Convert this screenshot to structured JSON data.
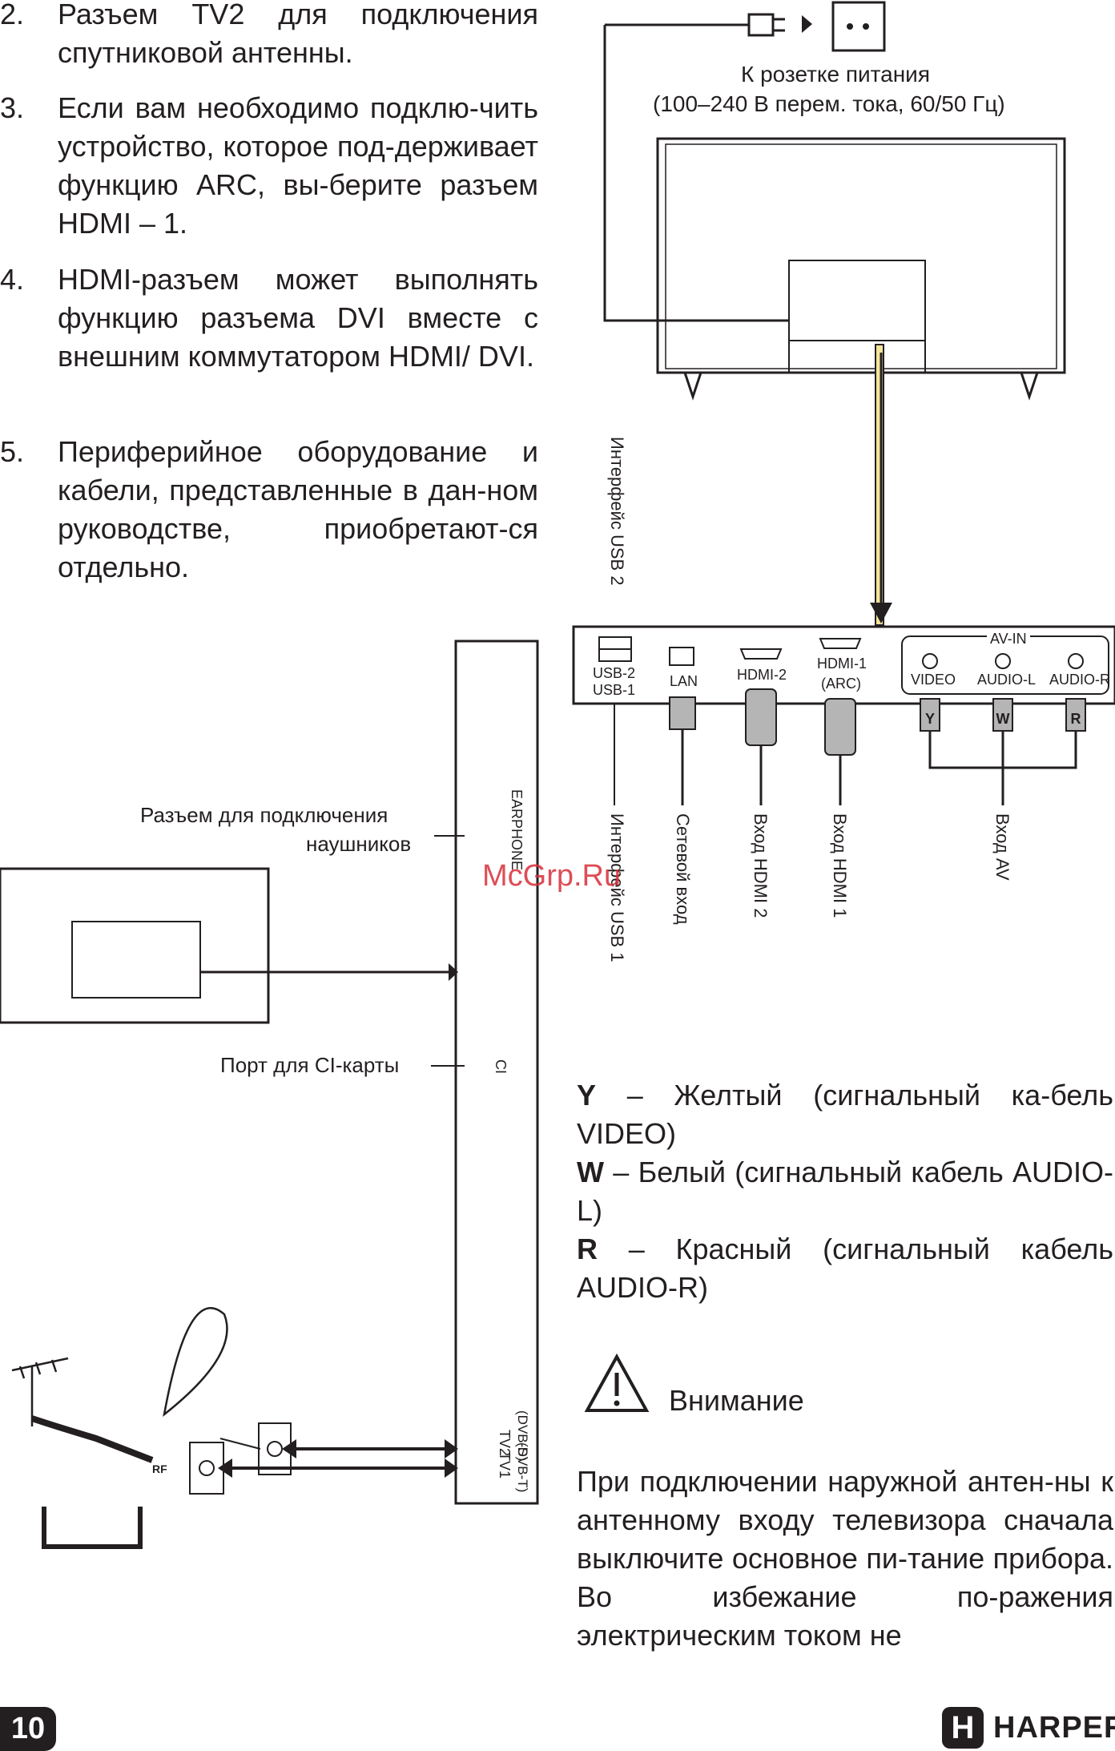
{
  "notes": [
    {
      "num": "2.",
      "text": "Разъем TV2 для подключения спутниковой антенны."
    },
    {
      "num": "3.",
      "text": "Если вам необходимо подклю-чить устройство, которое под-держивает функцию ARC, вы-берите разъем HDMI – 1."
    },
    {
      "num": "4.",
      "text": "HDMI-разъем может выполнять функцию разъема DVI вместе с внешним коммутатором HDMI/ DVI."
    },
    {
      "num": "5.",
      "text": "Периферийное оборудование и кабели, представленные в дан-ном руководстве, приобретают-ся отдельно."
    }
  ],
  "power": {
    "line1": "К розетке питания",
    "line2": "(100–240 В перем. тока, 60/50 Гц)"
  },
  "panel": {
    "usb_label_top": "USB-2",
    "usb_label_bottom": "USB-1",
    "lan": "LAN",
    "hdmi2": "HDMI-2",
    "hdmi1": "HDMI-1",
    "hdmi1_arc": "(ARC)",
    "av_in": "AV-IN",
    "video": "VIDEO",
    "audio_l": "AUDIO-L",
    "audio_r": "AUDIO-R",
    "plug_y": "Y",
    "plug_w": "W",
    "plug_r": "R"
  },
  "vertical_labels": {
    "usb2": "Интерфейс USB 2",
    "usb1": "Интерфейс USB 1",
    "lan": "Сетевой вход",
    "hdmi2": "Вход HDMI 2",
    "hdmi1": "Вход HDMI 1",
    "av": "Вход AV"
  },
  "side_panel": {
    "earphone": "EARPHONE",
    "ci": "CI",
    "tv2": "TV2",
    "tv2_sub": "(DVB-S)",
    "tv1": "TV1",
    "tv1_sub": "(DVB-T)",
    "rf": "RF"
  },
  "callouts": {
    "headphones_line1": "Разъем для подключения",
    "headphones_line2": "наушников",
    "ci_port": "Порт для CI-карты"
  },
  "legend": {
    "y_key": "Y",
    "y_text": " – Желтый (сигнальный ка-бель VIDEO)",
    "w_key": "W",
    "w_text": " – Белый (сигнальный кабель AUDIO-L)",
    "r_key": "R",
    "r_text": " – Красный (сигнальный кабель AUDIO-R)"
  },
  "warning": {
    "title": "Внимание"
  },
  "warning_text": "При подключении наружной антен-ны к антенному входу телевизора сначала выключите основное пи-тание прибора. Во избежание по-ражения электрическим током не",
  "watermark": "McGrp.Ru",
  "page_number": "10",
  "brand": {
    "letter": "H",
    "name": "HARPER"
  },
  "colors": {
    "ink": "#231f20",
    "cable_yellow": "#f3e49b",
    "plug_gray": "#b5b5b5",
    "watermark": "#d6303a"
  }
}
